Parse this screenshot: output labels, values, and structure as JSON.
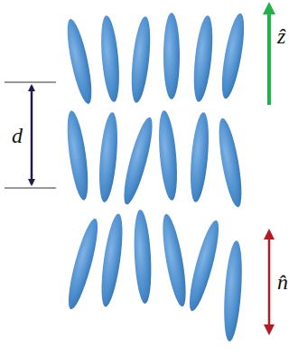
{
  "diagram": {
    "labels": [
      "d",
      "ẑ",
      "n̂"
    ]
  }
}
